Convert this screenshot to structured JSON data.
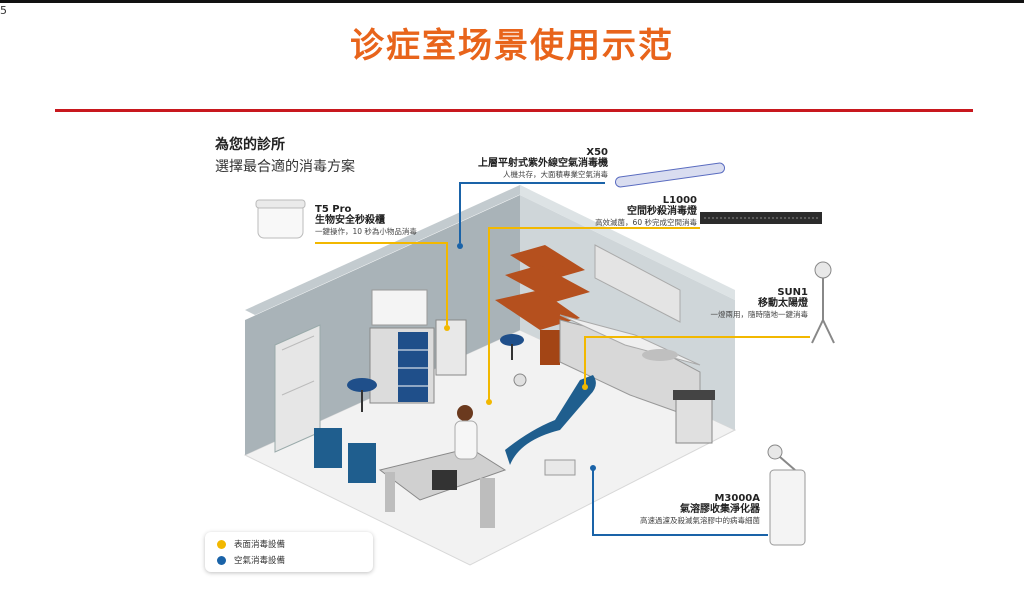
{
  "page_number": "5",
  "title": "诊症室场景使用示范",
  "clinic": {
    "heading": "為您的診所",
    "subheading": "選擇最合適的消毒方案"
  },
  "products": {
    "x50": {
      "code": "X50",
      "name": "上層平射式紫外線空氣消毒機",
      "desc": "人機共存，大面積專業空氣消毒"
    },
    "l1000": {
      "code": "L1000",
      "name": "空間秒殺消毒燈",
      "desc": "高效滅菌，60 秒完成空間消毒"
    },
    "t5pro": {
      "code": "T5 Pro",
      "name": "生物安全秒殺櫃",
      "desc": "一鍵操作，10 秒為小物品消毒"
    },
    "sun1": {
      "code": "SUN1",
      "name": "移動太陽燈",
      "desc": "一燈兩用，隨時隨地一鍵消毒"
    },
    "m3000a": {
      "code": "M3000A",
      "name": "氣溶膠收集淨化器",
      "desc": "高速過濾及殺滅氣溶膠中的病毒細菌"
    }
  },
  "legend": {
    "surface": {
      "label": "表面消毒設備",
      "color": "#f2b800"
    },
    "air": {
      "label": "空氣消毒設備",
      "color": "#1a63a8"
    }
  },
  "colors": {
    "title": "#e8641b",
    "rule": "#c8181e"
  }
}
